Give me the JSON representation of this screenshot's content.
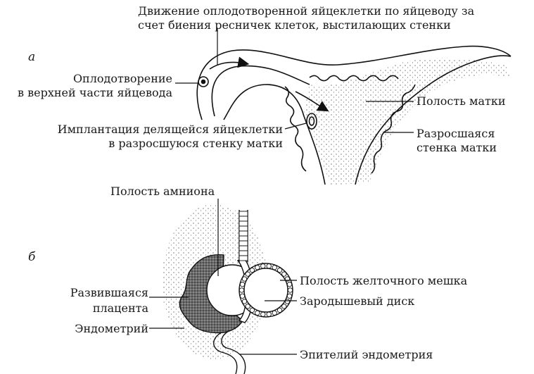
{
  "part_a": {
    "letter": "а",
    "caption_line1": "Движение оплодотворенной яйцеклетки по яйцеводу за",
    "caption_line2": "счет биения ресничек клеток, выстилающих стенки",
    "fert_line1": "Оплодотворение",
    "fert_line2": "в верхней части яйцевода",
    "impl_line1": "Имплантация делящейся яйцеклетки",
    "impl_line2": "в разросшуюся стенку матки",
    "uterus_cavity": "Полость матки",
    "wall_line1": "Разросшаяся",
    "wall_line2": "стенка матки"
  },
  "part_b": {
    "letter": "б",
    "amnion": "Полость амниона",
    "placenta_line1": "Развившаяся",
    "placenta_line2": "плацента",
    "endometrium": "Эндометрий",
    "yolk": "Полость желточного мешка",
    "disc": "Зародышевый диск",
    "epithelium": "Эпителий эндометрия"
  }
}
